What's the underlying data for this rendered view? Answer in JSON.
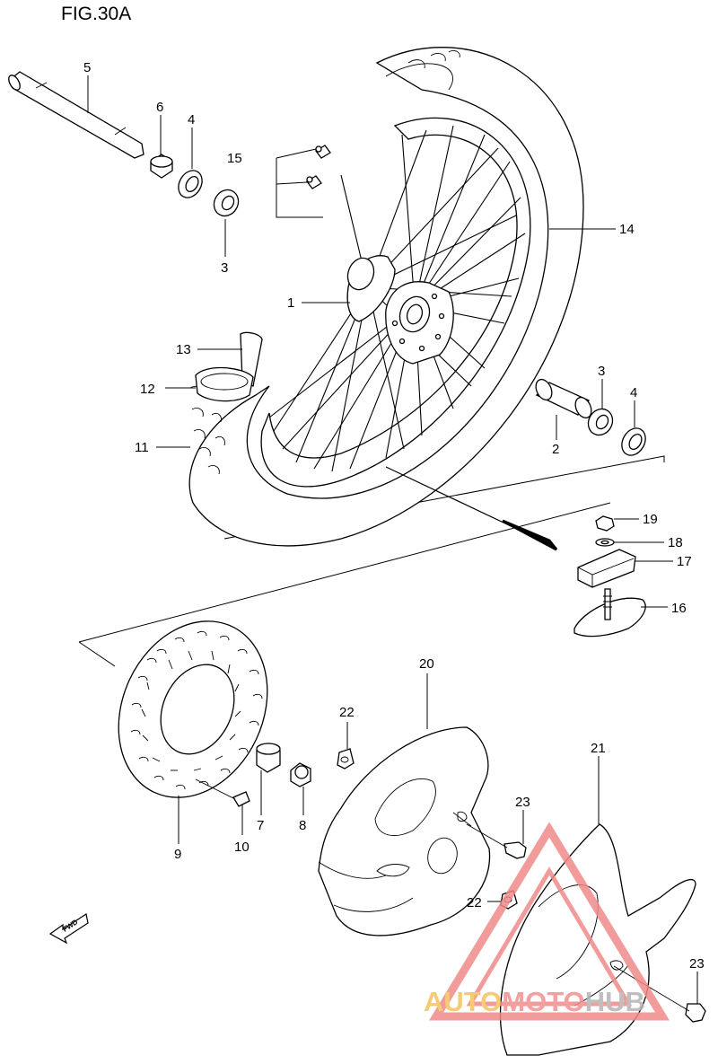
{
  "figure": {
    "title": "FIG.30A"
  },
  "callouts": [
    {
      "id": "c5",
      "text": "5"
    },
    {
      "id": "c6",
      "text": "6"
    },
    {
      "id": "c4a",
      "text": "4"
    },
    {
      "id": "c3a",
      "text": "3"
    },
    {
      "id": "c15",
      "text": "15"
    },
    {
      "id": "c14",
      "text": "14"
    },
    {
      "id": "c1",
      "text": "1"
    },
    {
      "id": "c13",
      "text": "13"
    },
    {
      "id": "c12",
      "text": "12"
    },
    {
      "id": "c11",
      "text": "11"
    },
    {
      "id": "c3b",
      "text": "3"
    },
    {
      "id": "c4b",
      "text": "4"
    },
    {
      "id": "c2",
      "text": "2"
    },
    {
      "id": "c19",
      "text": "19"
    },
    {
      "id": "c18",
      "text": "18"
    },
    {
      "id": "c17",
      "text": "17"
    },
    {
      "id": "c16",
      "text": "16"
    },
    {
      "id": "c20",
      "text": "20"
    },
    {
      "id": "c22a",
      "text": "22"
    },
    {
      "id": "c21",
      "text": "21"
    },
    {
      "id": "c23a",
      "text": "23"
    },
    {
      "id": "c22b",
      "text": "22"
    },
    {
      "id": "c23b",
      "text": "23"
    },
    {
      "id": "c9",
      "text": "9"
    },
    {
      "id": "c10",
      "text": "10"
    },
    {
      "id": "c7",
      "text": "7"
    },
    {
      "id": "c8",
      "text": "8"
    }
  ],
  "fwd_label": "FWD",
  "watermark": {
    "part1": "AUTO",
    "part2": "MOTO",
    "part3": "HUB",
    "color_auto": "#f6c25c",
    "color_moto": "#f09090",
    "color_hub": "#b5b5b5",
    "triangle_color": "#f08a8a"
  }
}
